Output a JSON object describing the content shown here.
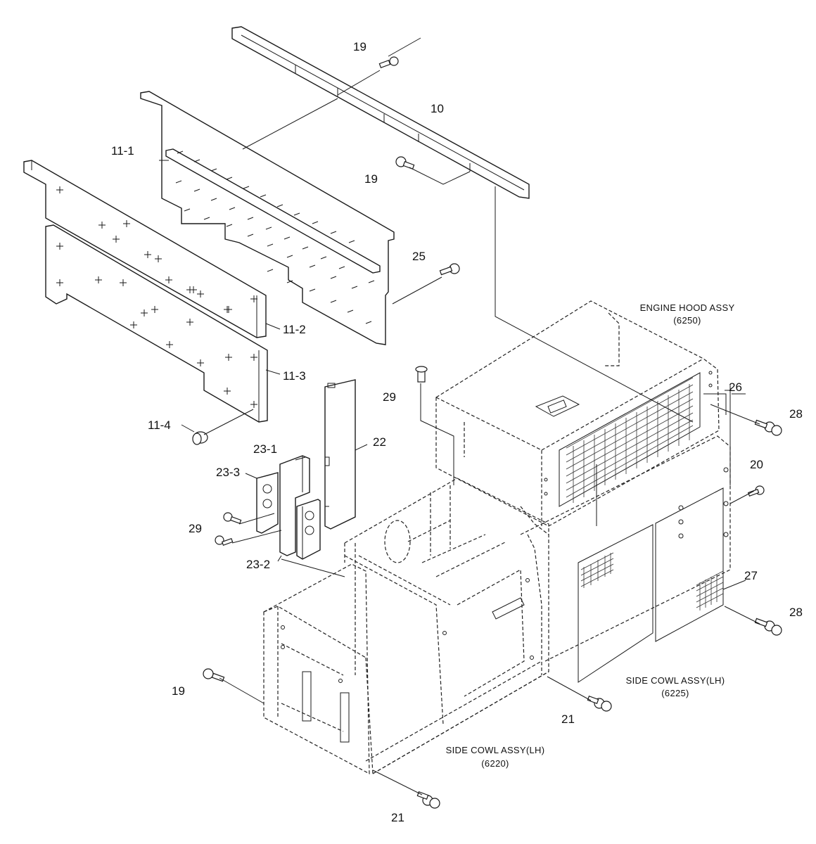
{
  "callouts": {
    "c19a": "19",
    "c10": "10",
    "c11_1": "11-1",
    "c19b": "19",
    "c25": "25",
    "c11_2": "11-2",
    "c11_3": "11-3",
    "c11_4": "11-4",
    "c29a": "29",
    "c22": "22",
    "c23_1": "23-1",
    "c23_3": "23-3",
    "c29b": "29",
    "c23_2": "23-2",
    "c26": "26",
    "c28a": "28",
    "c20": "20",
    "c27": "27",
    "c28b": "28",
    "c19c": "19",
    "c21a": "21",
    "c21b": "21"
  },
  "assemblies": {
    "engine_hood": {
      "name": "ENGINE HOOD ASSY",
      "code": "(6250)"
    },
    "side_cowl_rear": {
      "name": "SIDE COWL ASSY(LH)",
      "code": "(6225)"
    },
    "side_cowl_front": {
      "name": "SIDE COWL ASSY(LH)",
      "code": "(6220)"
    }
  }
}
